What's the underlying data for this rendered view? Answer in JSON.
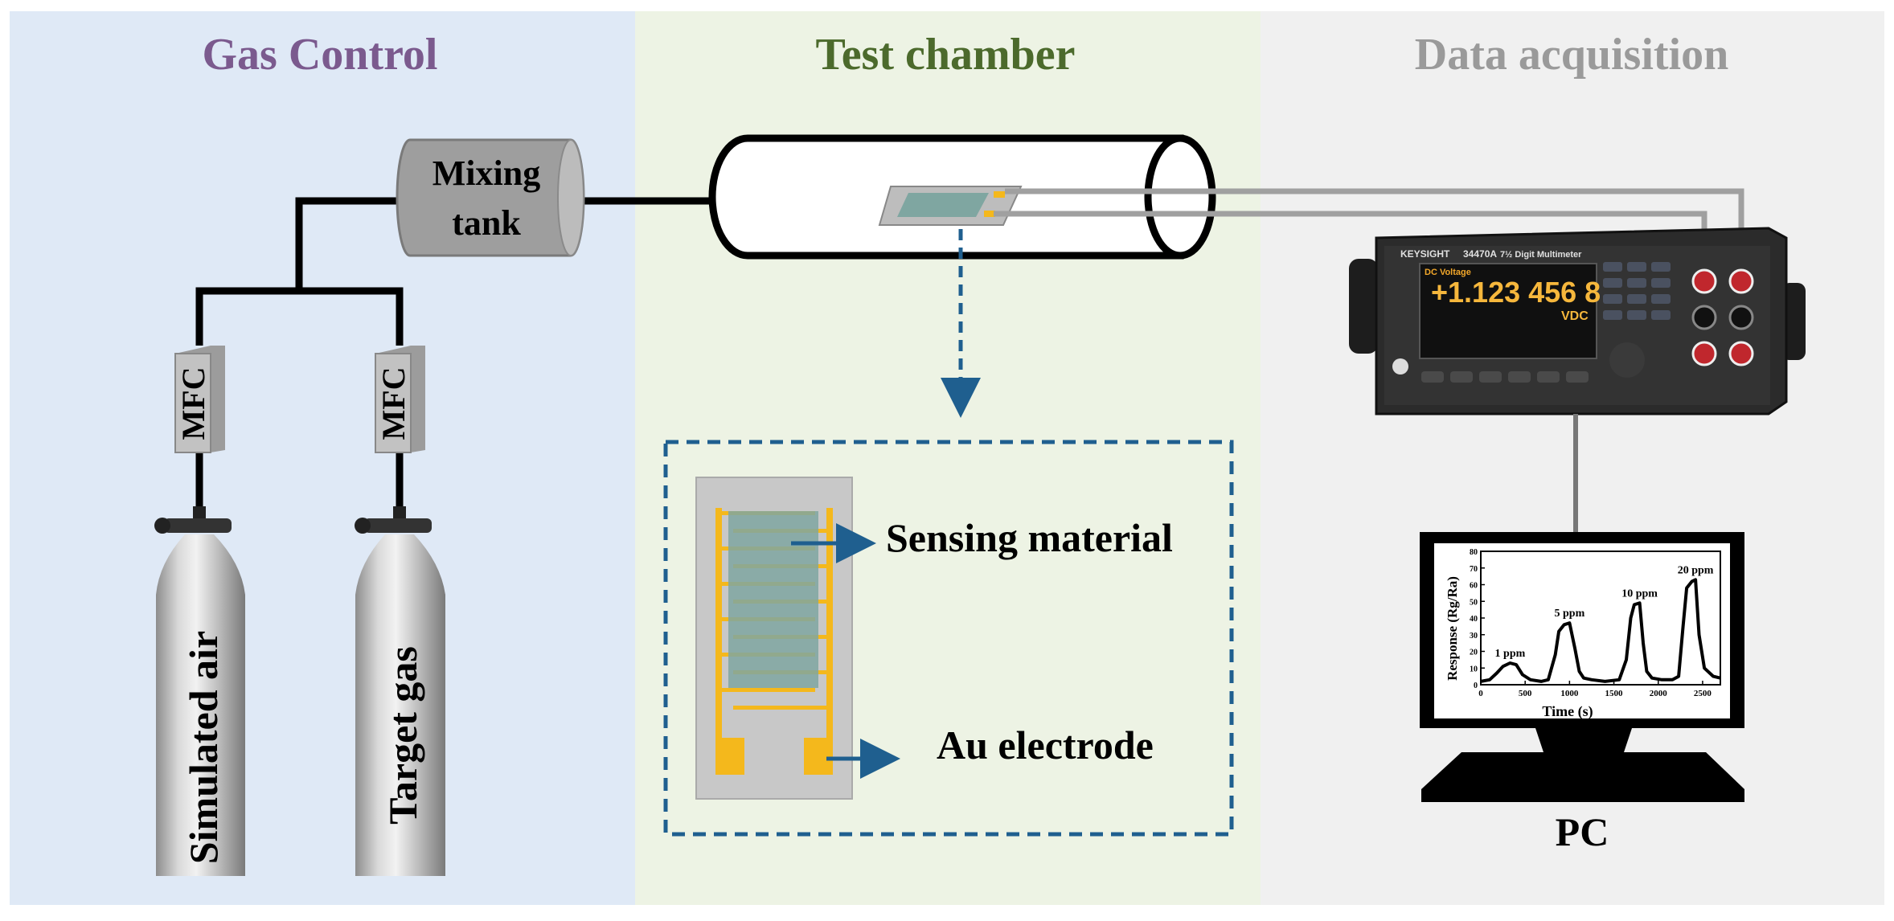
{
  "colors": {
    "gas_panel": "#dfe9f6",
    "test_panel": "#edf3e4",
    "data_panel": "#f0f0f0",
    "gas_title": "#7b5a8e",
    "test_title": "#4c6a2c",
    "data_title": "#9a9a9a",
    "arrow_blue": "#1f5f8f",
    "electrode_gold": "#f4b81c",
    "sensing_teal": "#7fa6a1"
  },
  "panels": {
    "gas_control": {
      "title": "Gas Control"
    },
    "test_chamber": {
      "title": "Test chamber"
    },
    "data_acquisition": {
      "title": "Data acquisition"
    }
  },
  "gas": {
    "mixing_tank_line1": "Mixing",
    "mixing_tank_line2": "tank",
    "mfc_left": "MFC",
    "mfc_right": "MFC",
    "cylinder_left": "Simulated air",
    "cylinder_right": "Target gas"
  },
  "chamber": {
    "sensing_label": "Sensing material",
    "electrode_label": "Au electrode"
  },
  "multimeter": {
    "brand": "KEYSIGHT",
    "model": "34470A",
    "model_desc": "7½ Digit Multimeter",
    "mode": "DC Voltage",
    "reading": "+1.123 456 8",
    "unit": "VDC"
  },
  "pc": {
    "label": "PC"
  },
  "chart_data": {
    "type": "line",
    "xlabel": "Time (s)",
    "ylabel": "Response (Rg/Ra)",
    "xlim": [
      0,
      2700
    ],
    "ylim": [
      0,
      80
    ],
    "xticks": [
      0,
      500,
      1000,
      1500,
      2000,
      2500
    ],
    "yticks": [
      0,
      10,
      20,
      30,
      40,
      50,
      60,
      70,
      80
    ],
    "annotations": [
      "1 ppm",
      "5 ppm",
      "10 ppm",
      "20 ppm"
    ],
    "series": [
      {
        "x": [
          0,
          100,
          180,
          250,
          330,
          400,
          470,
          560,
          680,
          760,
          840,
          880,
          940,
          1000,
          1060,
          1110,
          1160,
          1250,
          1400,
          1560,
          1640,
          1690,
          1730,
          1790,
          1830,
          1870,
          1930,
          2040,
          2160,
          2230,
          2280,
          2320,
          2380,
          2420,
          2460,
          2520,
          2620,
          2700
        ],
        "y": [
          2,
          3,
          7,
          11,
          13,
          12,
          6,
          3,
          2,
          3,
          18,
          32,
          36,
          37,
          22,
          8,
          4,
          3,
          2,
          3,
          15,
          40,
          48,
          49,
          25,
          8,
          4,
          3,
          3,
          5,
          35,
          58,
          62,
          63,
          30,
          10,
          5,
          4
        ]
      }
    ]
  }
}
